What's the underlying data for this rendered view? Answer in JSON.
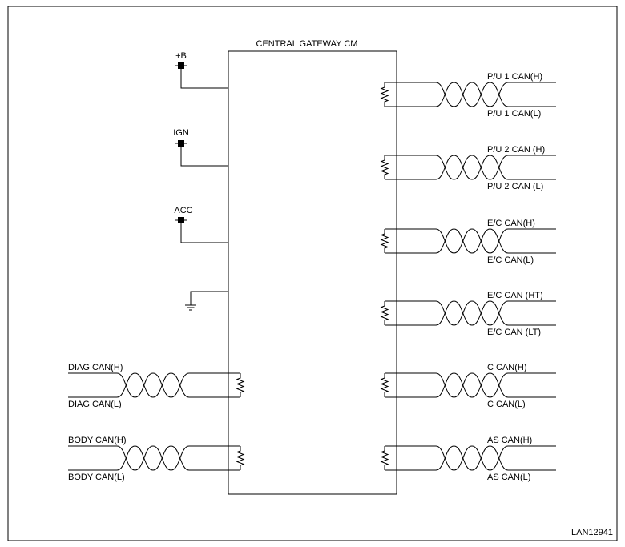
{
  "module_title": "CENTRAL GATEWAY CM",
  "figure_id": "LAN12941",
  "power_inputs": [
    {
      "label": "+B"
    },
    {
      "label": "IGN"
    },
    {
      "label": "ACC"
    }
  ],
  "ground_icon": "ground-symbol",
  "left_buses": [
    {
      "high": "DIAG CAN(H)",
      "low": "DIAG CAN(L)"
    },
    {
      "high": "BODY CAN(H)",
      "low": "BODY CAN(L)"
    }
  ],
  "right_buses": [
    {
      "high": "P/U 1 CAN(H)",
      "low": "P/U 1  CAN(L)"
    },
    {
      "high": "P/U 2 CAN (H)",
      "low": "P/U 2 CAN (L)"
    },
    {
      "high": "E/C CAN(H)",
      "low": "E/C CAN(L)"
    },
    {
      "high": "E/C CAN (HT)",
      "low": "E/C CAN (LT)"
    },
    {
      "high": "C CAN(H)",
      "low": "C CAN(L)"
    },
    {
      "high": "AS CAN(H)",
      "low": "AS CAN(L)"
    }
  ],
  "colors": {
    "line": "#000000",
    "background": "#ffffff"
  }
}
